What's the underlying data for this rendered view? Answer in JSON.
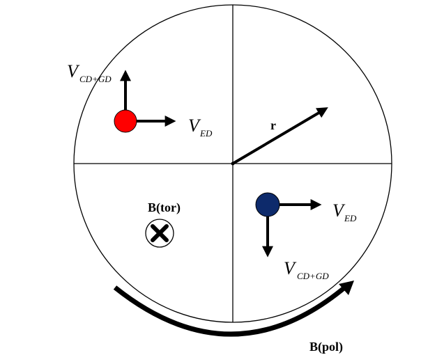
{
  "labels": {
    "v_cd_gd_top_main": "V",
    "v_cd_gd_top_sub": "CD+GD",
    "v_ed_top_main": "V",
    "v_ed_top_sub": "ED",
    "radius": "r",
    "b_tor": "B(tor)",
    "v_ed_bottom_main": "V",
    "v_ed_bottom_sub": "ED",
    "v_cd_gd_bottom_main": "V",
    "v_cd_gd_bottom_sub": "CD+GD",
    "b_pol": "B(pol)"
  },
  "colors": {
    "upper_particle": "#ff0000",
    "lower_particle": "#0d2a6b",
    "lines": "#000000",
    "background": "#ffffff"
  }
}
